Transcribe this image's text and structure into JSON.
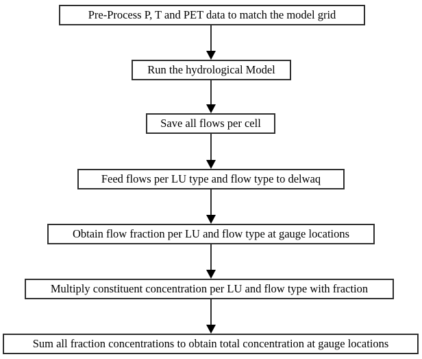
{
  "figure": {
    "type": "flowchart",
    "description": "Vertical flowchart of seven process steps connected by downward arrows",
    "colors": {
      "background": "#ffffff",
      "box_border": "#2e2e2e",
      "arrow": "#000000",
      "text": "#000000"
    }
  },
  "steps": [
    {
      "label": "Pre-Process P, T and PET data to match the model grid"
    },
    {
      "label": "Run the hydrological Model"
    },
    {
      "label": "Save all flows per cell"
    },
    {
      "label": "Feed flows per LU type and flow type to delwaq"
    },
    {
      "label": "Obtain flow fraction per LU and flow type at gauge locations"
    },
    {
      "label": "Multiply constituent concentration per LU and flow type with fraction"
    },
    {
      "label": "Sum all fraction concentrations to obtain total concentration at gauge locations"
    }
  ]
}
